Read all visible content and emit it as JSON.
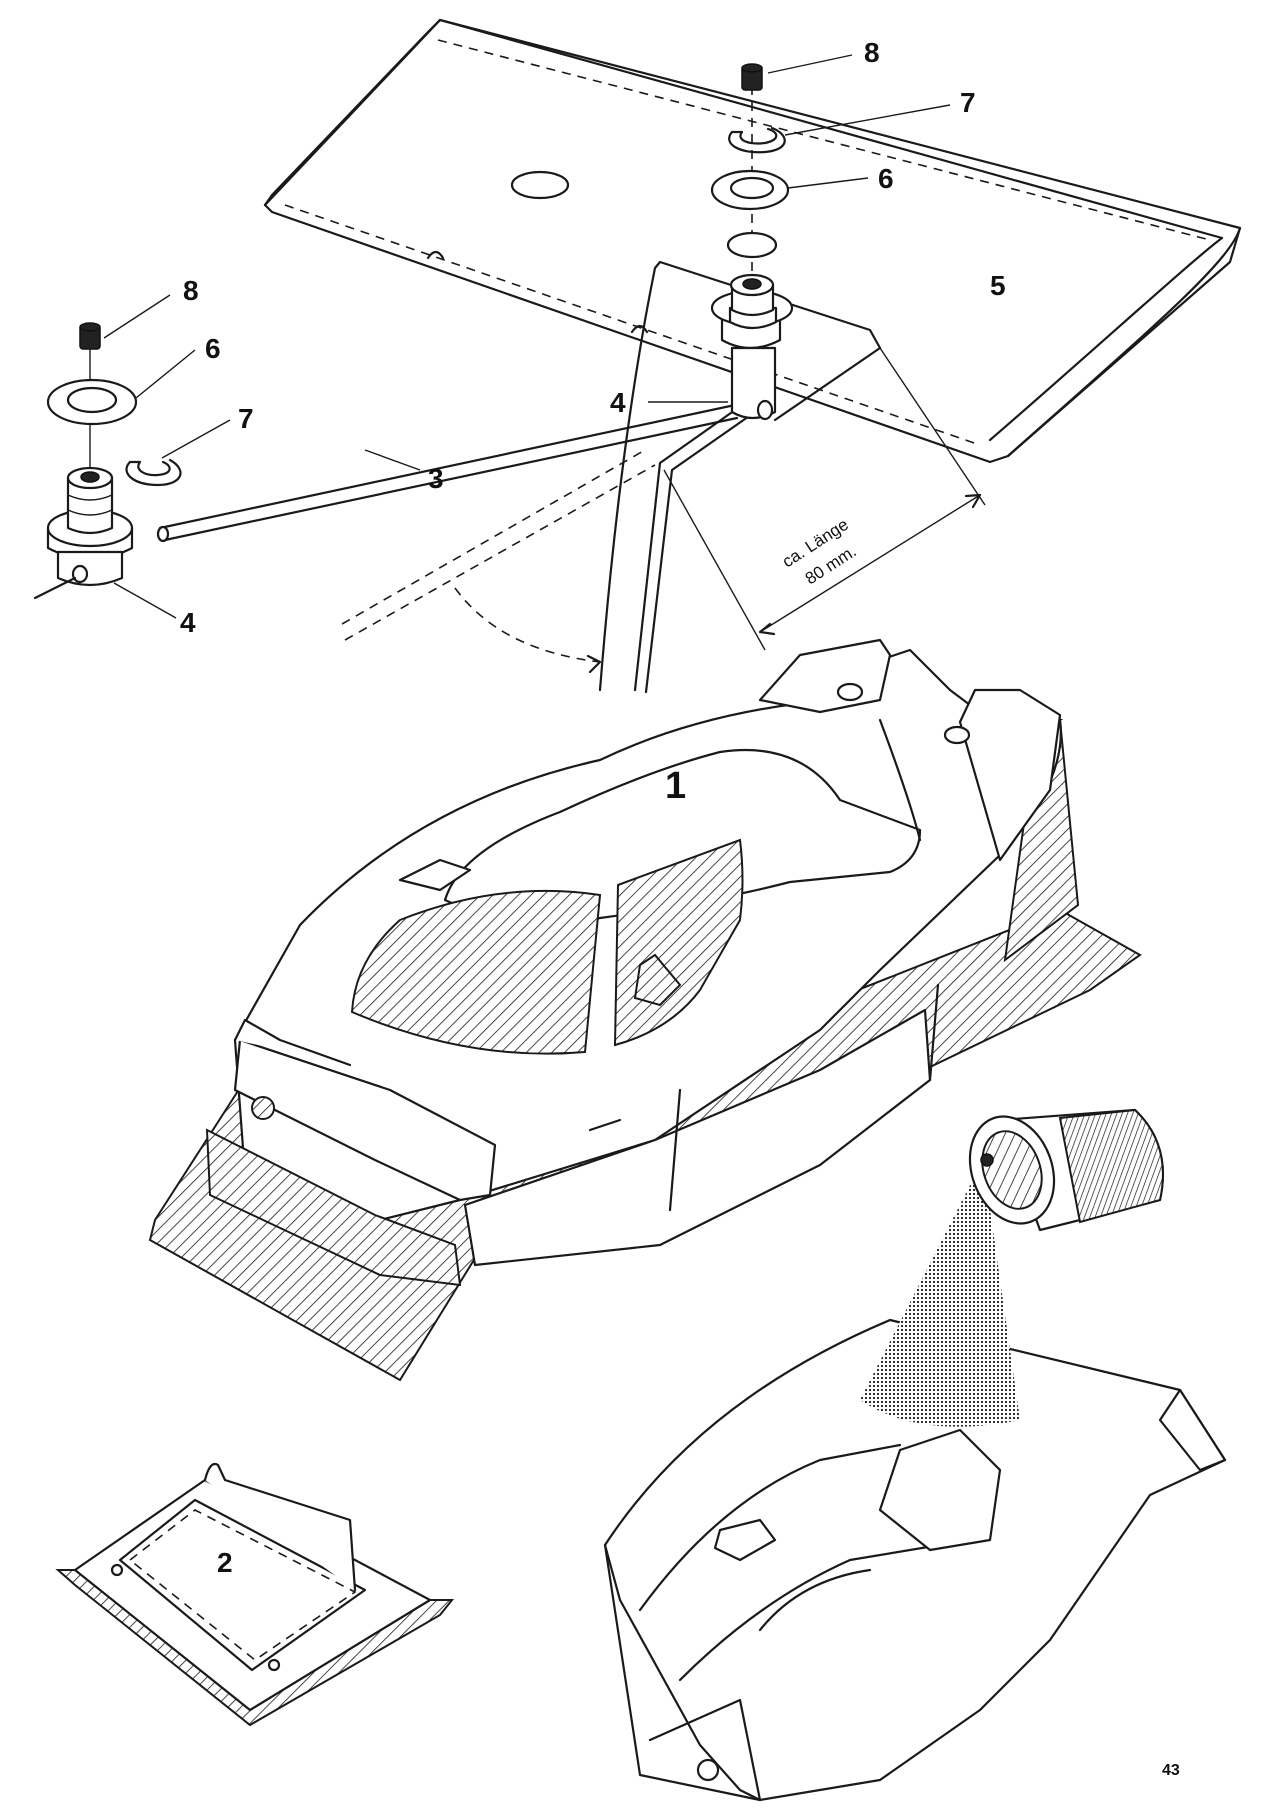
{
  "callouts": {
    "body": "1",
    "plate": "2",
    "rod": "3",
    "mount_right": "4",
    "mount_left": "4",
    "wing": "5",
    "washer_right": "6",
    "washer_left": "6",
    "clip_right": "7",
    "clip_left": "7",
    "screw_right": "8",
    "screw_left": "8"
  },
  "dimension": {
    "line1": "ca. Länge",
    "line2": "80 mm."
  },
  "page_number": "43"
}
